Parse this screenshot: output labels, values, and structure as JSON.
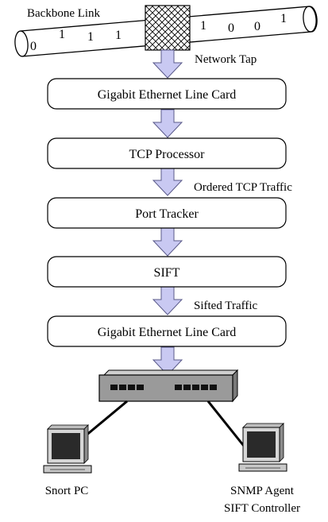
{
  "backbone": {
    "label": "Backbone Link",
    "bits_left": [
      "0",
      "1",
      "1",
      "1"
    ],
    "bits_right": [
      "1",
      "0",
      "0",
      "1"
    ]
  },
  "tap_label": "Network Tap",
  "stages": [
    {
      "label": "Gigabit Ethernet Line Card"
    },
    {
      "label": "TCP Processor"
    },
    {
      "label": "Port Tracker"
    },
    {
      "label": "SIFT"
    },
    {
      "label": "Gigabit Ethernet Line Card"
    }
  ],
  "arrow_labels": {
    "after_tcp": "Ordered TCP Traffic",
    "after_sift": "Sifted Traffic"
  },
  "hosts": {
    "left": {
      "label": "Snort PC"
    },
    "right": {
      "label_line1": "SNMP Agent",
      "label_line2": "SIFT Controller"
    }
  },
  "colors": {
    "arrow_fill": "#c9c9f2",
    "switch_fill": "#9a9a9a",
    "monitor_screen": "#2a2a2a"
  }
}
